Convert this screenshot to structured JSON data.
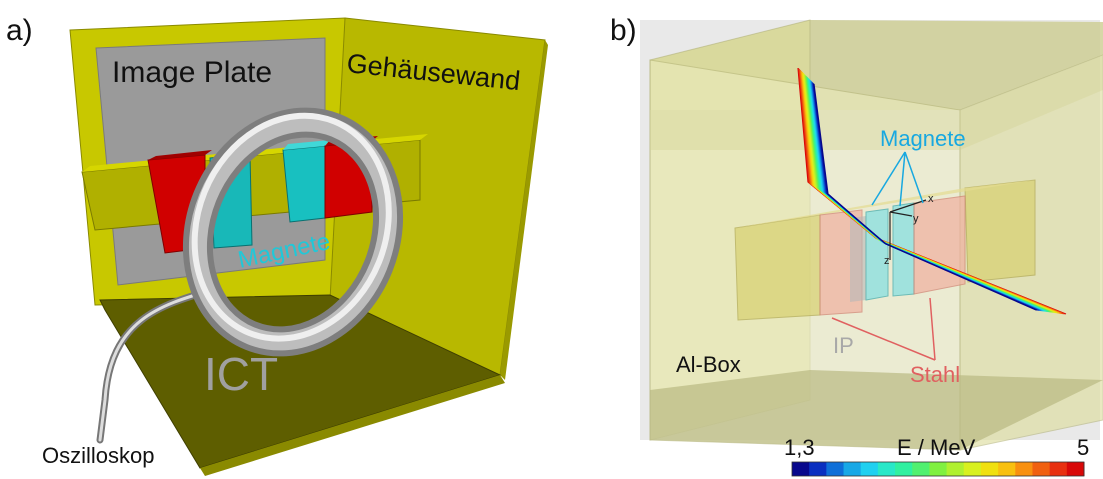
{
  "panel_a": {
    "panel_label": "a)",
    "labels": {
      "image_plate": "Image Plate",
      "housing_wall": "Gehäusewand",
      "magnets": "Magnete",
      "ict": "ICT",
      "oscilloscope": "Oszilloskop"
    }
  },
  "panel_b": {
    "panel_label": "b)",
    "labels": {
      "magnets": "Magnete",
      "al_box": "Al-Box",
      "ip": "IP",
      "steel": "Stahl"
    },
    "axes": {
      "x": "x",
      "y": "y",
      "z": "z"
    },
    "colorbar": {
      "min_label": "1,3",
      "max_label": "5",
      "title": "E / MeV",
      "min": 1.3,
      "max": 5,
      "colors": [
        "#08088c",
        "#0a2fc0",
        "#0f6fd8",
        "#18a8e6",
        "#20d0f0",
        "#28e8c8",
        "#30f0a0",
        "#50f070",
        "#80f040",
        "#b0f030",
        "#d8f020",
        "#f0e010",
        "#f8c010",
        "#f89010",
        "#f06010",
        "#e83010",
        "#d80808"
      ]
    }
  }
}
